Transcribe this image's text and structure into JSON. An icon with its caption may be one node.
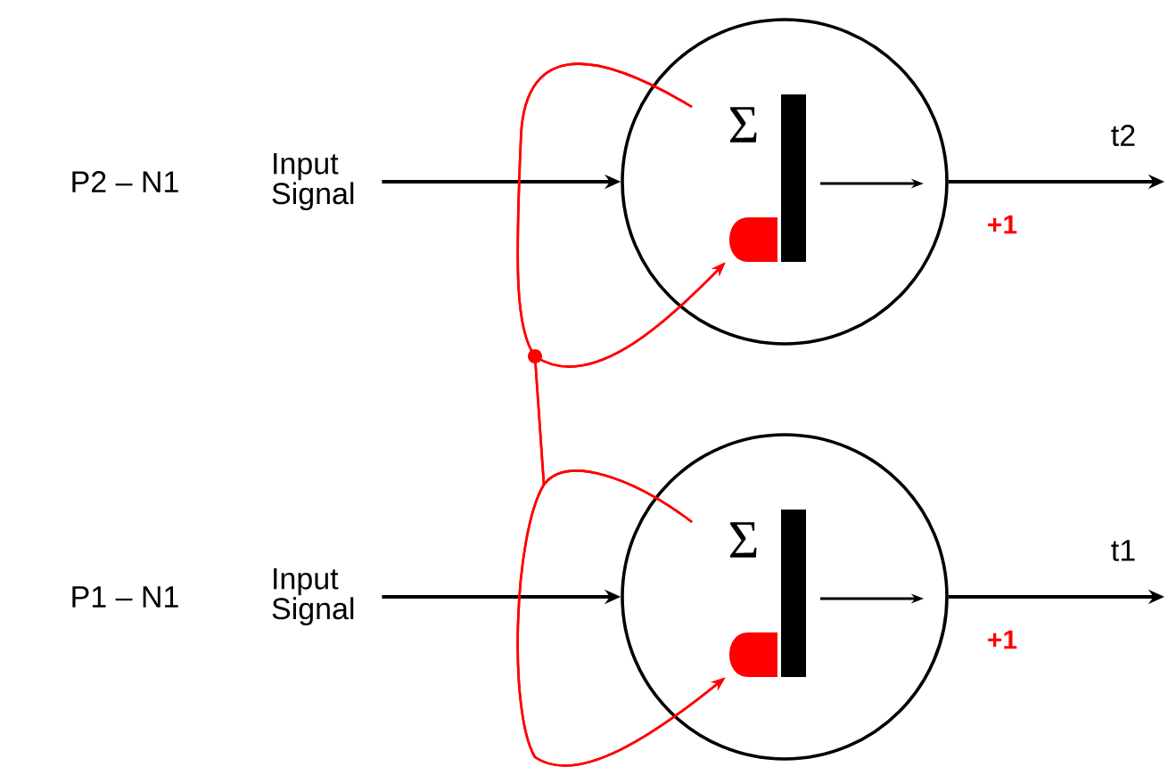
{
  "diagram": {
    "nodes": [
      {
        "text": [
          "Input Signal"
        ]
      },
      {
        "text": [
          "Σ"
        ]
      },
      {
        "text": [],
        "shape": "semicircle",
        "in": 1
      },
      {
        "text": [
          "Input Signal"
        ]
      },
      {
        "text": [
          "Σ"
        ]
      },
      {
        "text": [],
        "shape": "semicircle",
        "in": 4
      }
    ],
    "edges": [
      {
        "from": 0,
        "to": 1,
        "arrow": "to"
      },
      {
        "from": 1,
        "to": null,
        "arrow": "to"
      },
      {
        "from": 3,
        "to": 4,
        "arrow": "to"
      },
      {
        "from": 4,
        "to": null,
        "arrow": "to"
      },
      {
        "from": 1,
        "to": 2,
        "arrow": "to",
        "color": "#ff0000"
      },
      {
        "from": 1,
        "to": 5,
        "arrow": "to",
        "color": "#ff0000"
      },
      {
        "from": 4,
        "to": 2,
        "arrow": "to",
        "color": "#ff0000"
      },
      {
        "from": 4,
        "to": 5,
        "arrow": "to",
        "color": "#ff0000"
      }
    ],
    "labels": [
      "P2 – N1",
      "t2",
      "+1",
      "P1 – N1",
      "t1",
      "+1"
    ]
  }
}
